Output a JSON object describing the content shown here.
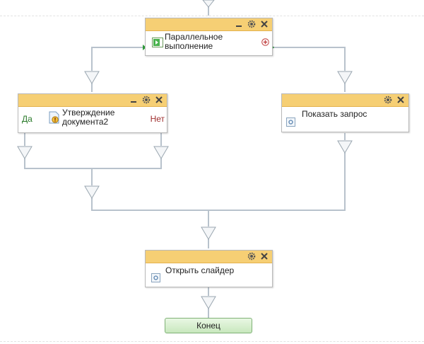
{
  "nodes": {
    "parallel": {
      "title_line1": "Параллельное",
      "title_line2": "выполнение"
    },
    "approval": {
      "title_line1": "Утверждение",
      "title_line2": "документа2",
      "yes_label": "Да",
      "no_label": "Нет"
    },
    "show_request": {
      "title": "Показать запрос"
    },
    "open_slider": {
      "title": "Открыть слайдер"
    }
  },
  "end": {
    "label": "Конец"
  },
  "colors": {
    "header": "#f6cf74",
    "connector": "#b8c2cc",
    "end_fill": "#c8e8bd"
  }
}
